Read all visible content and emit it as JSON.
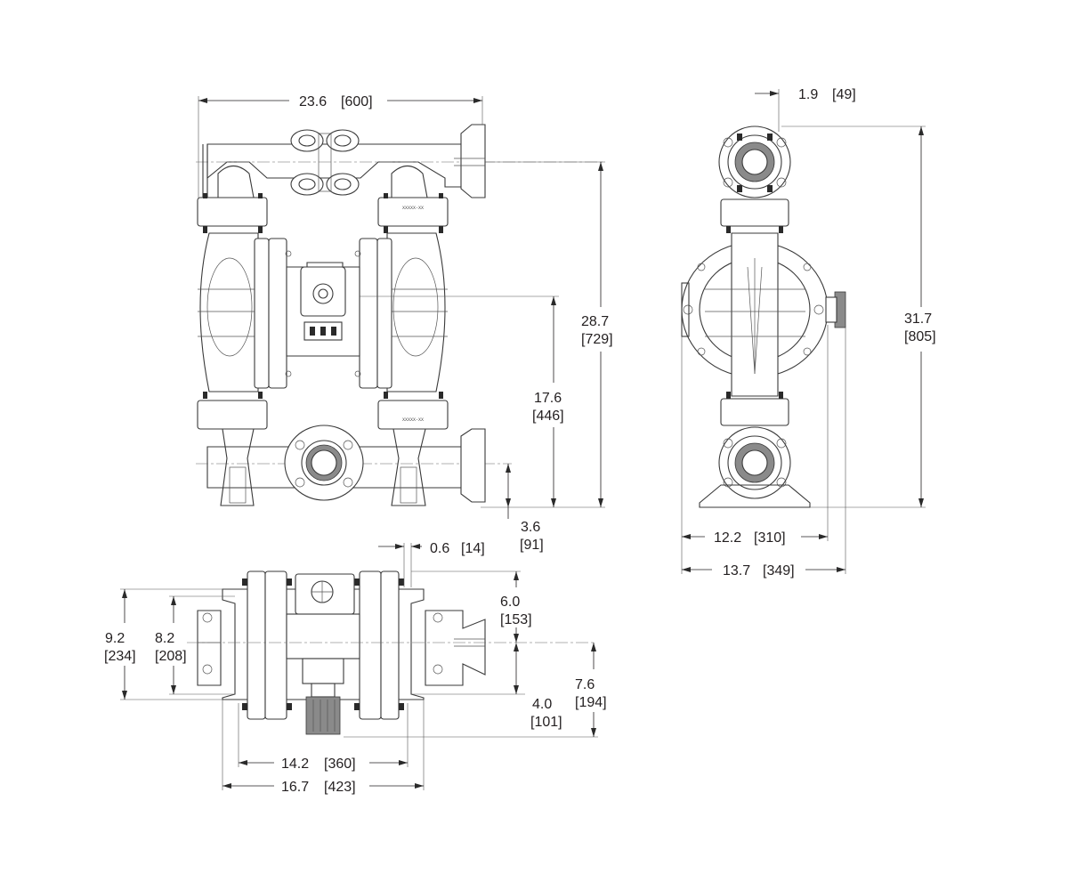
{
  "dimensions": {
    "front_width": {
      "value": "23.6",
      "metric": "[600]"
    },
    "outlet_height": {
      "value": "28.7",
      "metric": "[729]"
    },
    "air_inlet_height": {
      "value": "17.6",
      "metric": "[446]"
    },
    "inlet_height": {
      "value": "3.6",
      "metric": "[91]"
    },
    "side_flange_offset": {
      "value": "1.9",
      "metric": "[49]"
    },
    "overall_height": {
      "value": "31.7",
      "metric": "[805]"
    },
    "base_width": {
      "value": "12.2",
      "metric": "[310]"
    },
    "overall_depth": {
      "value": "13.7",
      "metric": "[349]"
    },
    "top_offset": {
      "value": "0.6",
      "metric": "[14]"
    },
    "top_center_offset": {
      "value": "6.0",
      "metric": "[153]"
    },
    "base_hole_depth": {
      "value": "8.2",
      "metric": "[208]"
    },
    "base_depth": {
      "value": "9.2",
      "metric": "[234]"
    },
    "muffler_offset": {
      "value": "4.0",
      "metric": "[101]"
    },
    "muffler_length": {
      "value": "7.6",
      "metric": "[194]"
    },
    "bolt_spacing": {
      "value": "14.2",
      "metric": "[360]"
    },
    "base_length": {
      "value": "16.7",
      "metric": "[423]"
    }
  },
  "part_labels": {
    "upper_manifold": "XXXXX-XX",
    "lower_manifold": "XXXXX-XX"
  },
  "colors": {
    "line": "#3a3a3a",
    "text": "#231f20",
    "background": "#ffffff"
  }
}
